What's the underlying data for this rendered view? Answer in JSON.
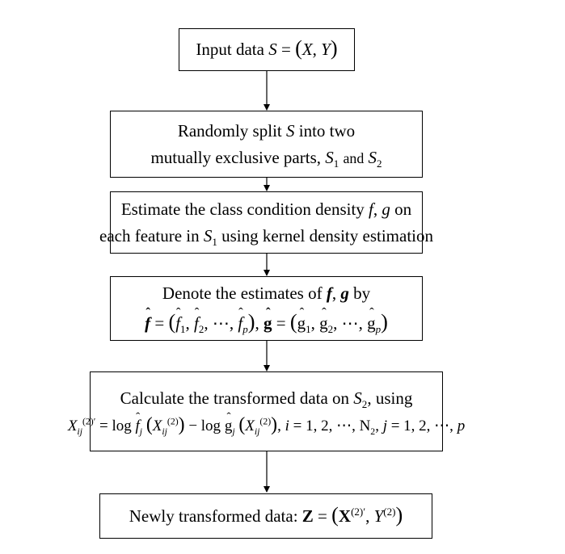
{
  "boxes": {
    "input": {
      "text": "Input data"
    },
    "split": {
      "line1_pre": "Randomly split",
      "line1_post": "into two",
      "line2_pre": "mutually exclusive parts,",
      "line2_and": "and"
    },
    "estimate": {
      "line1": "Estimate the class condition density",
      "line1_on": "on",
      "line2_pre": "each feature in",
      "line2_post": "using kernel density estimation"
    },
    "denote": {
      "line1_pre": "Denote the estimates of",
      "line1_by": "by"
    },
    "calculate": {
      "line1_pre": "Calculate the transformed data on",
      "line1_post": ", using"
    },
    "output": {
      "text": "Newly transformed data:"
    }
  }
}
